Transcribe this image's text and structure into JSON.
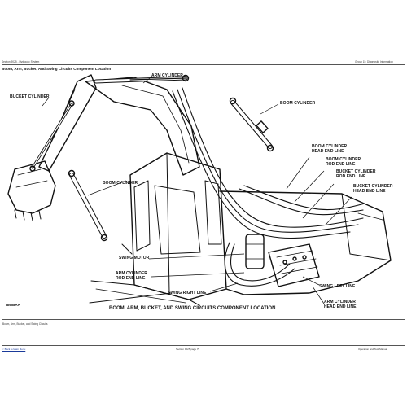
{
  "header": {
    "left_line1": "Section 9025 - Hydraulic System",
    "left_line2": "",
    "right_line1": "Group 15: Diagnostic Information"
  },
  "title": "Boom, Arm, Bucket, And Swing Circuits Component Location",
  "labels": {
    "arm_cylinder_top": "ARM CYLINDER",
    "bucket_cylinder": "BUCKET CYLINDER",
    "boom_cylinder_right": "BOOM CYLINDER",
    "boom_cyl_head_end": "BOOM CYLINDER\nHEAD END LINE",
    "boom_cyl_rod_end": "BOOM CYLINDER\nROD END LINE",
    "bucket_cyl_rod_end": "BUCKET CYLINDER\nROD END LINE",
    "bucket_cyl_head_end": "BUCKET CYLINDER\nHEAD END LINE",
    "boom_cylinder_left": "BOOM CYLINDER",
    "swing_motor": "SWING MOTOR",
    "arm_cyl_rod_end": "ARM CYLINDER\nROD END LINE",
    "swing_right_line": "SWING RIGHT LINE",
    "swing_left_line": "SWING LEFT LINE",
    "arm_cyl_head_end": "ARM CYLINDER\nHEAD END LINE"
  },
  "figure_id": "T8958AA",
  "caption": "BOOM, ARM, BUCKET, AND SWING CIRCUITS COMPONENT LOCATION",
  "figure_caption": "Boom, Arm, Bucket, and Swing Circuits",
  "footer": {
    "left_link": "< Back to Main Menu",
    "center": "Section 9025 page 75",
    "right": "Operation and Test Manual"
  }
}
